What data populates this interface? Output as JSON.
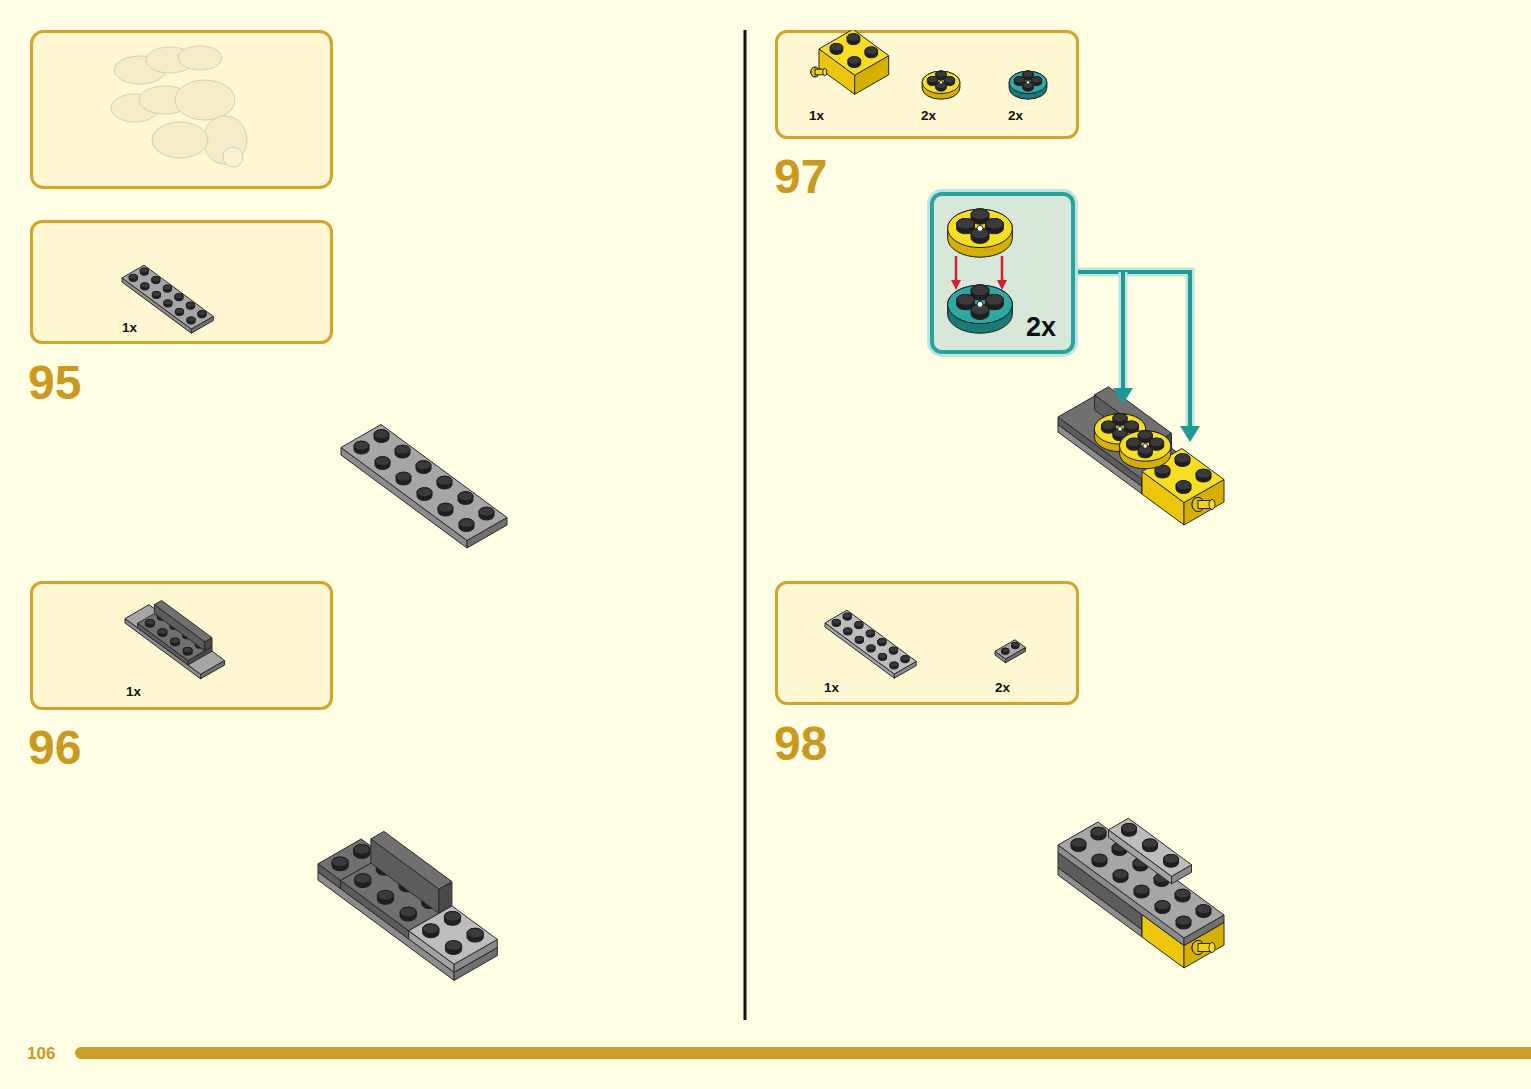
{
  "diagram": {
    "nodes": [
      {
        "text": [
          "1x"
        ]
      },
      {
        "text": [
          "1x"
        ]
      },
      {
        "text": [
          "1x",
          "2x",
          "2x"
        ]
      },
      {
        "text": [
          "2x"
        ]
      },
      {
        "text": [
          "1x",
          "2x"
        ]
      }
    ],
    "labels": [
      "95",
      "96",
      "97",
      "98",
      "106"
    ]
  }
}
